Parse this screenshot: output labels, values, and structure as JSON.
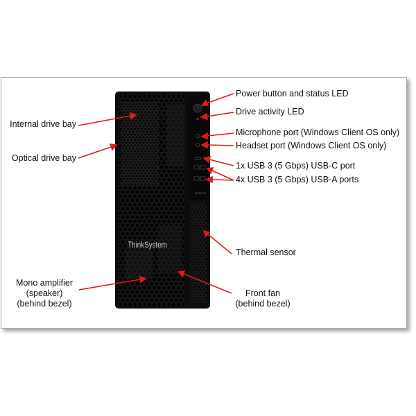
{
  "product": {
    "brand_logo": "ThinkSystem",
    "model_label": "ST45 V3"
  },
  "callouts": {
    "internal_drive_bay": "Internal drive bay",
    "optical_drive_bay": "Optical drive bay",
    "power_button": "Power button and status LED",
    "drive_activity_led": "Drive activity LED",
    "microphone_port": "Microphone port (Windows Client OS only)",
    "headset_port": "Headset port (Windows Client OS only)",
    "usb_c": "1x USB 3 (5 Gbps) USB-C port",
    "usb_a": "4x USB 3 (5 Gbps) USB-A ports",
    "thermal_sensor": "Thermal sensor",
    "mono_amplifier": [
      "Mono amplifier",
      "(speaker)",
      "(behind bezel)"
    ],
    "front_fan": [
      "Front fan",
      "(behind bezel)"
    ]
  },
  "colors": {
    "arrow": "#e0191b",
    "chassis": "#111111",
    "label_text": "#111111"
  }
}
